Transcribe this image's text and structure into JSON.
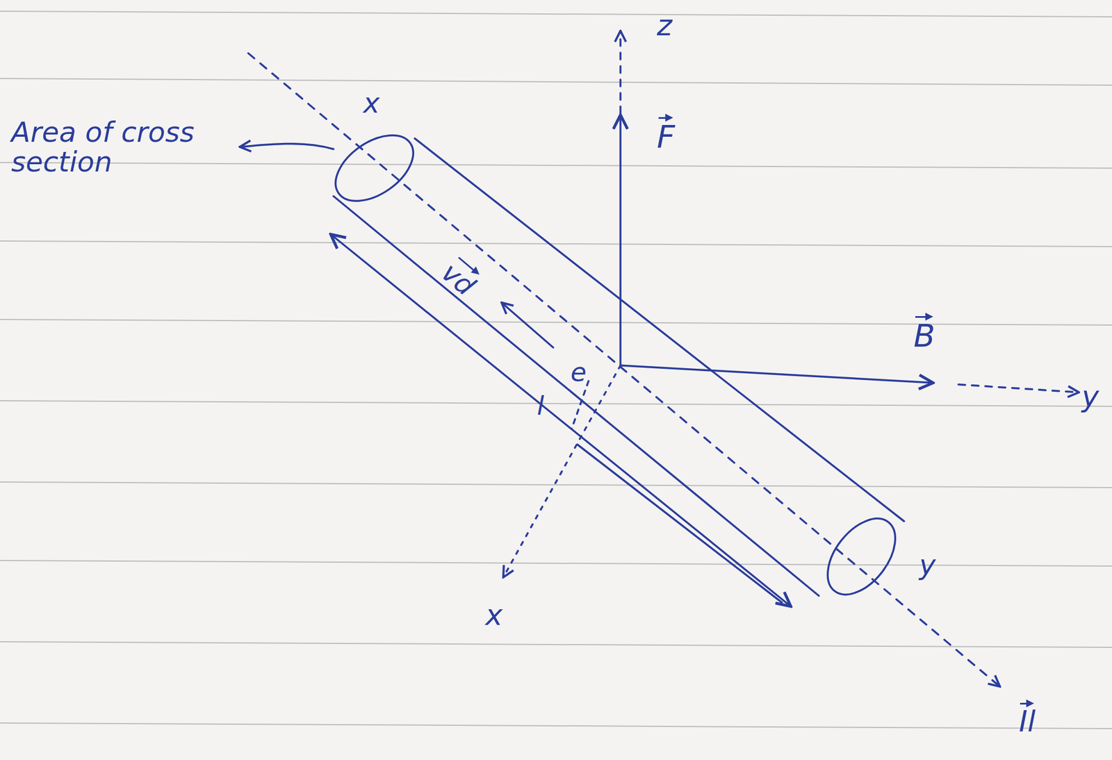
{
  "diagram": {
    "labels": [
      "z",
      "F",
      "B",
      "y",
      "x",
      "Area of cross section",
      "x",
      "vd",
      "e",
      "l",
      "y",
      "Il"
    ]
  }
}
